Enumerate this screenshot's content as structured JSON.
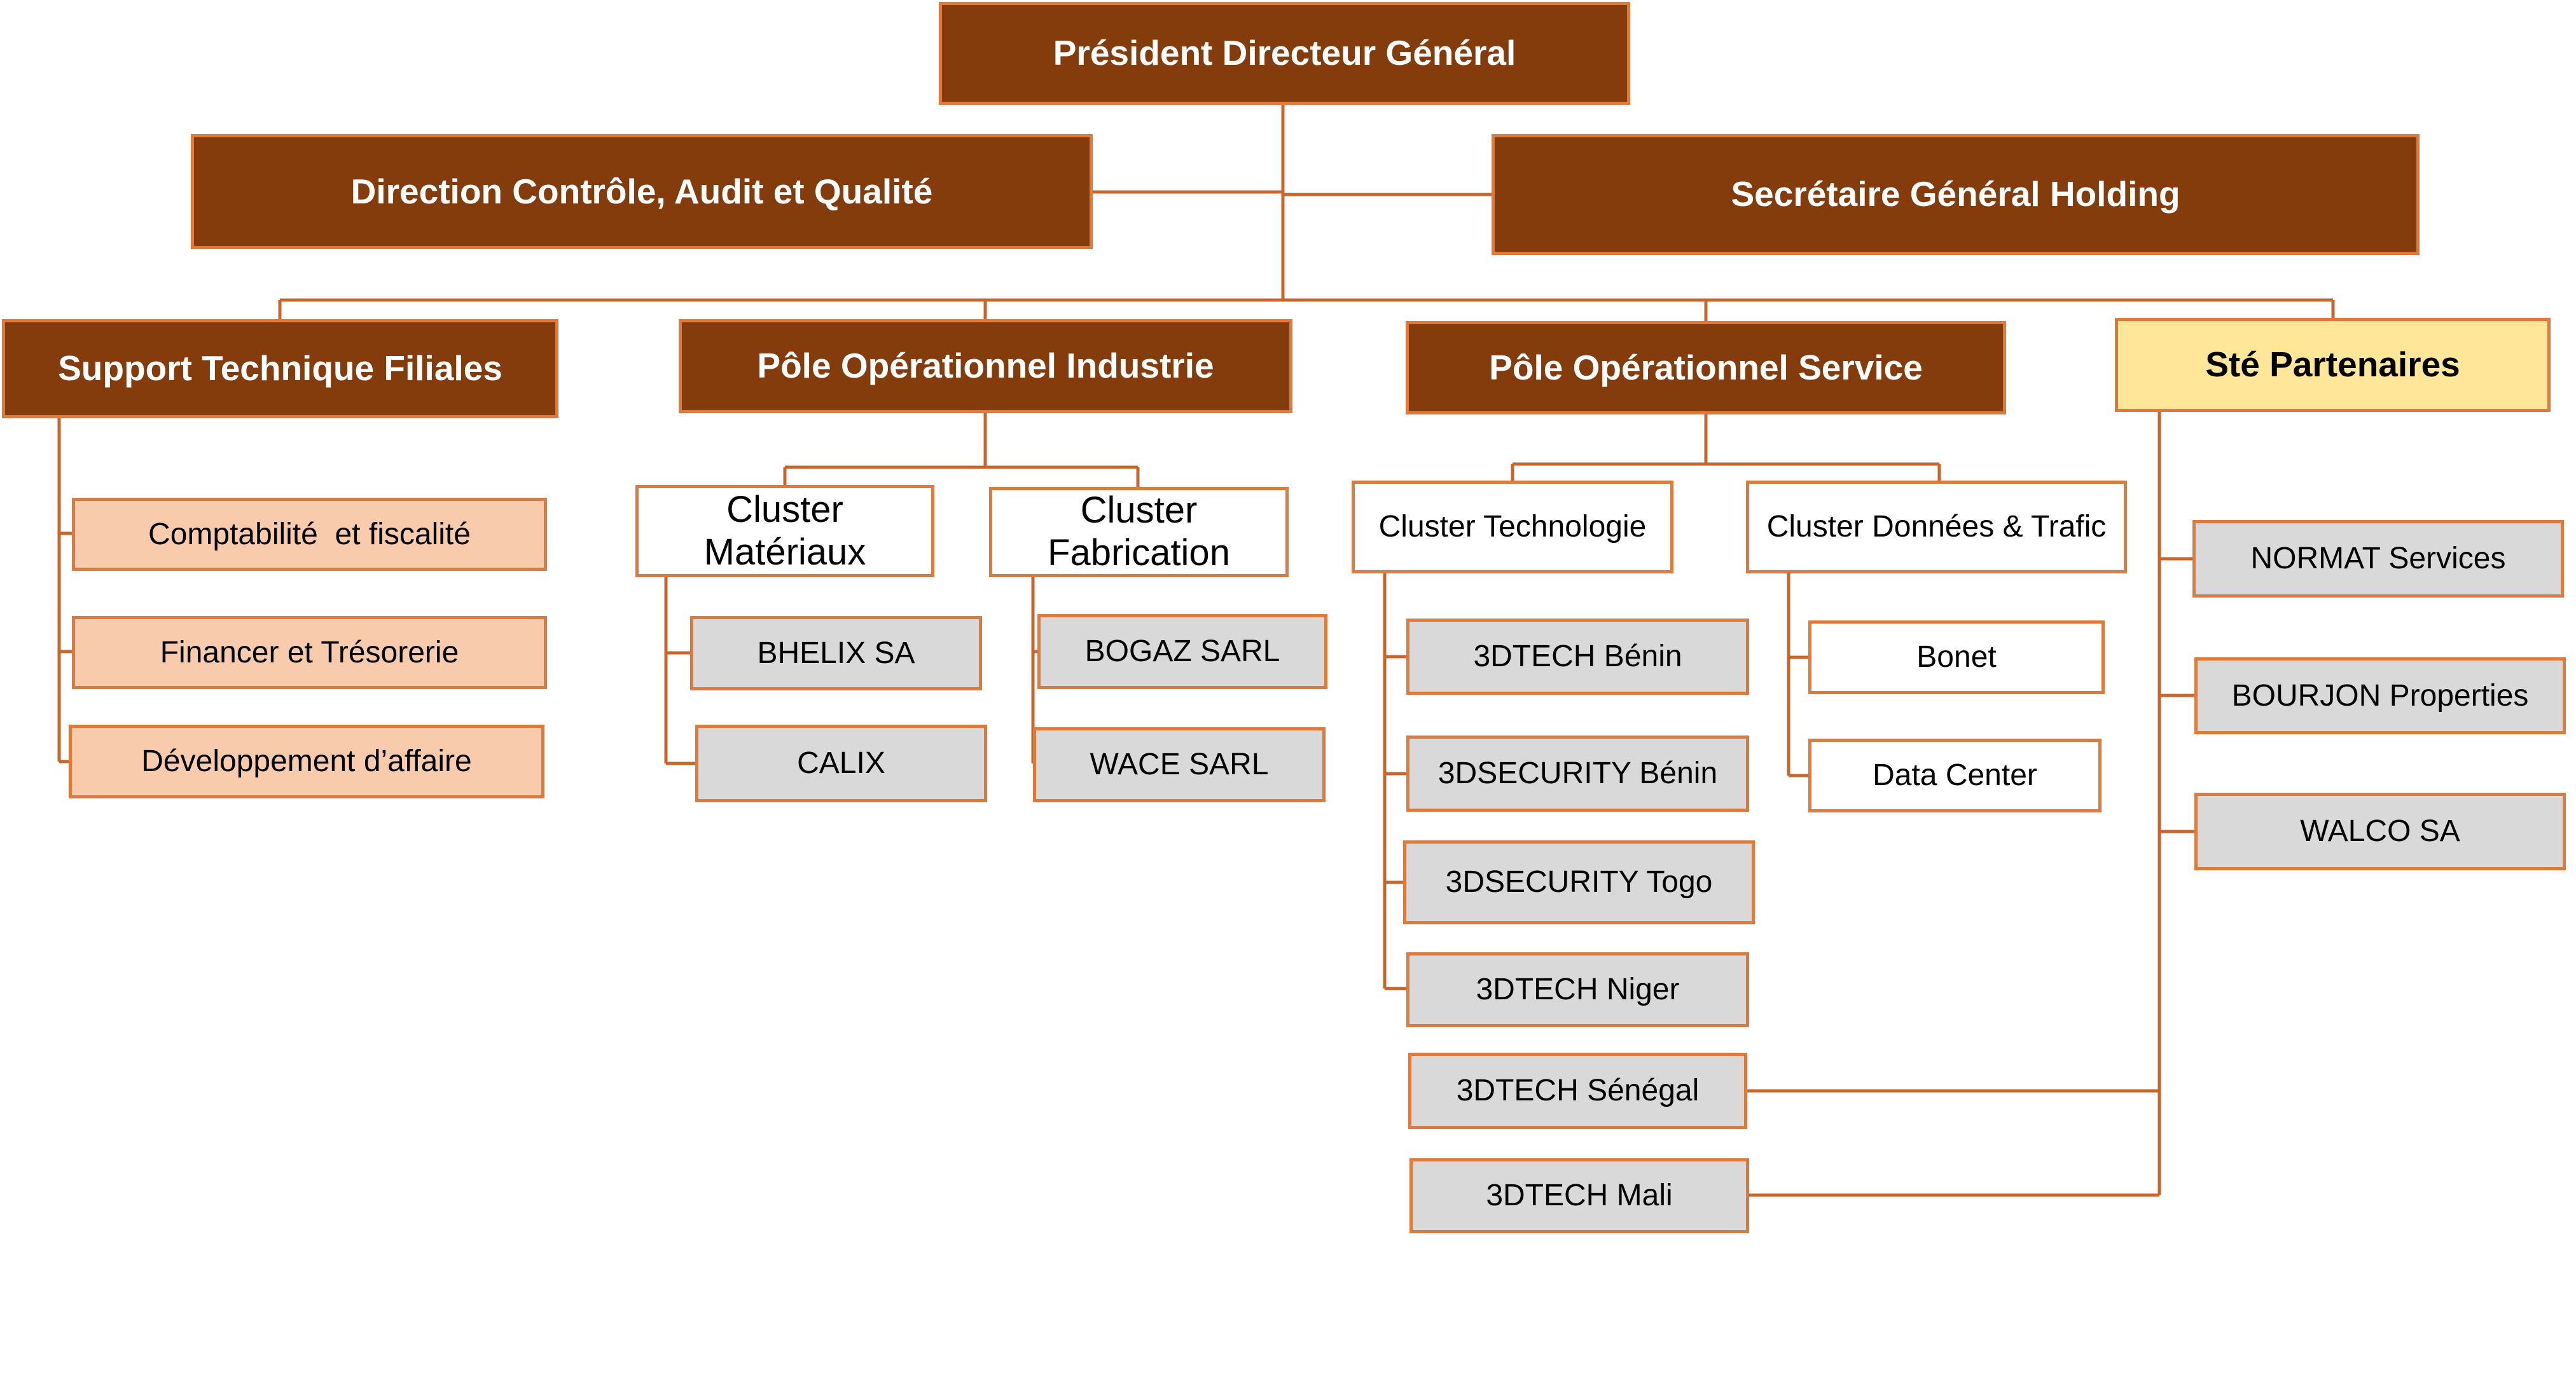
{
  "org_chart": {
    "top": {
      "label": "Président Directeur Général"
    },
    "staff": {
      "audit": "Direction Contrôle, Audit et Qualité",
      "secretary": "Secrétaire Général Holding"
    },
    "divisions": {
      "support": {
        "label": "Support Technique Filiales",
        "items": [
          "Comptabilité  et fiscalité",
          "Financer et Trésorerie",
          "Développement d’affaire"
        ]
      },
      "industry": {
        "label": "Pôle Opérationnel Industrie",
        "clusters": [
          {
            "label": "Cluster\nMatériaux",
            "items": [
              "BHELIX SA",
              "CALIX"
            ]
          },
          {
            "label": "Cluster\nFabrication",
            "items": [
              "BOGAZ SARL",
              "WACE SARL"
            ]
          }
        ]
      },
      "service": {
        "label": "Pôle Opérationnel Service",
        "clusters": [
          {
            "label": "Cluster Technologie",
            "items": [
              "3DTECH Bénin",
              "3DSECURITY Bénin",
              "3DSECURITY Togo",
              "3DTECH Niger",
              "3DTECH Sénégal",
              "3DTECH Mali"
            ]
          },
          {
            "label": "Cluster Données & Trafic",
            "items": [
              "Bonet",
              "Data Center"
            ]
          }
        ]
      },
      "partners": {
        "label": "Sté Partenaires",
        "items": [
          "NORMAT Services",
          "BOURJON Properties",
          "WALCO SA"
        ]
      }
    }
  },
  "colors": {
    "executive_fill": "#843C0C",
    "border_and_lines": "#E07A3A",
    "support_fill": "#F8CBAD",
    "entity_fill": "#D9D9D9",
    "partners_fill": "#FFE699"
  }
}
